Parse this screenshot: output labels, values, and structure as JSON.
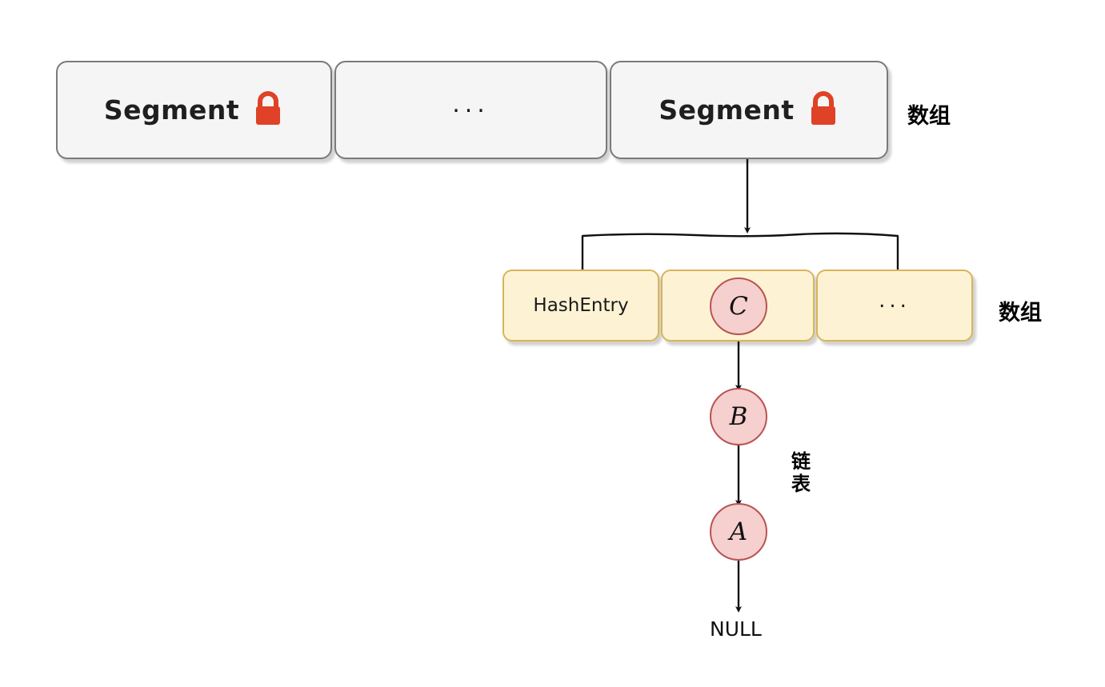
{
  "diagram": {
    "title_text_present": false,
    "colors": {
      "segment_fill": "#f5f5f5",
      "segment_stroke": "#7a7a7a",
      "entry_fill": "#fdf3d4",
      "entry_stroke": "#d9b45a",
      "node_fill": "#f6cfcf",
      "node_stroke": "#b85450",
      "lock_color": "#df4226",
      "connector_stroke": "#111111",
      "background": "#ffffff"
    }
  },
  "segment_row": {
    "label_right": "数组",
    "cells": [
      {
        "id": "segment-1",
        "label": "Segment",
        "icon": "lock-icon",
        "has_lock": true
      },
      {
        "id": "segment-ellipsis",
        "label": "...",
        "has_lock": false
      },
      {
        "id": "segment-2",
        "label": "Segment",
        "icon": "lock-icon",
        "has_lock": true
      }
    ]
  },
  "entry_row": {
    "label_right": "数组",
    "cells": [
      {
        "id": "hashentry-1",
        "label": "HashEntry",
        "has_node": false
      },
      {
        "id": "hashentry-2",
        "label": "",
        "has_node": true,
        "node_label": "C"
      },
      {
        "id": "hashentry-ellipsis",
        "label": "...",
        "has_node": false
      }
    ]
  },
  "linked_list": {
    "label": "链表",
    "nodes": [
      {
        "id": "node-c",
        "label": "C"
      },
      {
        "id": "node-b",
        "label": "B"
      },
      {
        "id": "node-a",
        "label": "A"
      }
    ],
    "terminator": "NULL"
  }
}
